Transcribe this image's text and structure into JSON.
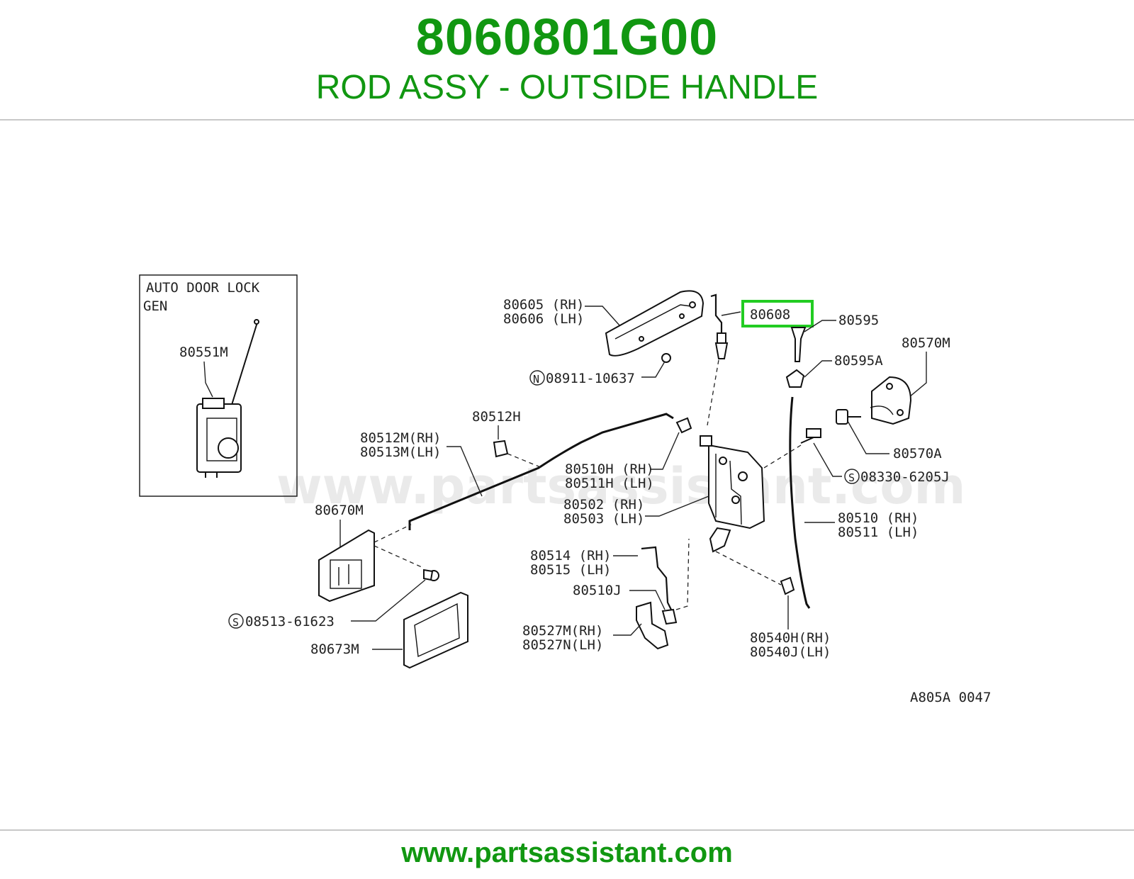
{
  "header": {
    "part_number": "8060801G00",
    "part_name": "ROD ASSY - OUTSIDE HANDLE"
  },
  "footer": {
    "url": "www.partsassistant.com"
  },
  "watermark": "www.partsassistant.com",
  "colors": {
    "brand_green": "#119711",
    "highlight_green": "#22cc22"
  },
  "diagram": {
    "inset_title": "AUTO DOOR LOCK",
    "inset_subtitle": "GEN",
    "inset_part": "80551M",
    "figure_code": "A805A 0047",
    "highlighted": "80608",
    "labels": {
      "l80605": "80605 (RH)",
      "l80606": "80606 (LH)",
      "l80595": "80595",
      "l80570M": "80570M",
      "l80595A": "80595A",
      "l08911": "08911-10637",
      "l80512H": "80512H",
      "l80512M": "80512M(RH)",
      "l80513M": "80513M(LH)",
      "l80570A": "80570A",
      "l08330": "08330-6205J",
      "l80510H": "80510H (RH)",
      "l80511H": "80511H (LH)",
      "l80502": "80502 (RH)",
      "l80503": "80503 (LH)",
      "l80510": "80510  (RH)",
      "l80511": "80511  (LH)",
      "l80670M": "80670M",
      "l80514": "80514 (RH)",
      "l80515": "80515 (LH)",
      "l80510J": "80510J",
      "l08513": "08513-61623",
      "l80527M": "80527M(RH)",
      "l80527N": "80527N(LH)",
      "l80540H": "80540H(RH)",
      "l80540J": "80540J(LH)",
      "l80673M": "80673M"
    },
    "prefix_n": "N",
    "prefix_s": "S"
  }
}
